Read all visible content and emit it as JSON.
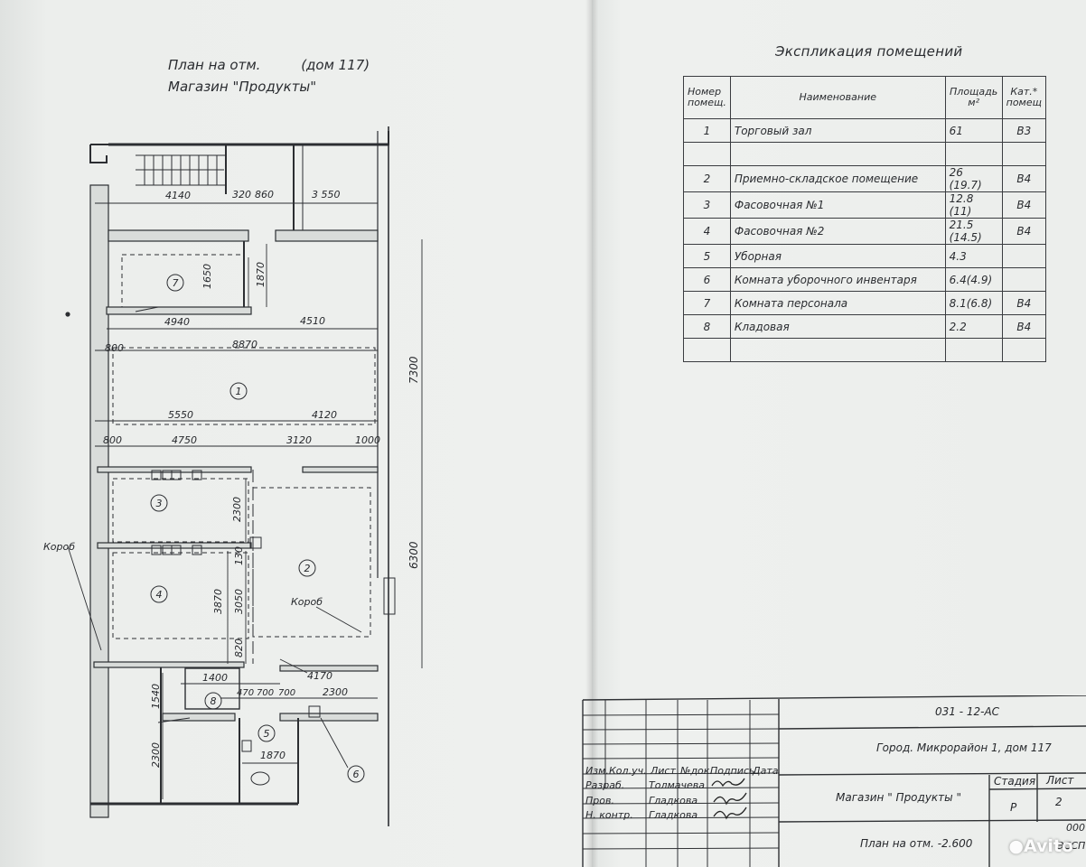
{
  "plan": {
    "title_line1": "План на отм.",
    "title_house": "(дом 117)",
    "title_line2": "Магазин \"Продукты\"",
    "dimensions": [
      "4140",
      "320",
      "860",
      "3 550",
      "1650",
      "1870",
      "4940",
      "4510",
      "800",
      "8870",
      "5550",
      "4120",
      "800",
      "4750",
      "3120",
      "1000",
      "2300",
      "130",
      "3870",
      "3050",
      "820",
      "1400",
      "4170",
      "470",
      "700",
      "700",
      "2300",
      "1540",
      "1870",
      "2300",
      "7300",
      "6300"
    ],
    "rooms": [
      "1",
      "2",
      "3",
      "4",
      "5",
      "6",
      "7",
      "8"
    ],
    "labels": {
      "korob_left": "Короб",
      "korob_right": "Короб"
    }
  },
  "explication": {
    "title": "Экспликация помещений",
    "headers": {
      "number": "Номер помещ.",
      "name": "Наименование",
      "area": "Площадь м²",
      "category": "Кат.* помещ"
    },
    "rows": [
      {
        "number": "1",
        "name": "Торговый зал",
        "area": "61",
        "category": "В3"
      },
      {
        "number": "",
        "name": "",
        "area": "",
        "category": ""
      },
      {
        "number": "2",
        "name": "Приемно-складское помещение",
        "area": "26 (19.7)",
        "category": "В4"
      },
      {
        "number": "3",
        "name": "Фасовочная №1",
        "area": "12.8 (11)",
        "category": "В4"
      },
      {
        "number": "4",
        "name": "Фасовочная №2",
        "area": "21.5 (14.5)",
        "category": "В4"
      },
      {
        "number": "5",
        "name": "Уборная",
        "area": "4.3",
        "category": ""
      },
      {
        "number": "6",
        "name": "Комната уборочного инвентаря",
        "area": "6.4(4.9)",
        "category": ""
      },
      {
        "number": "7",
        "name": "Комната персонала",
        "area": "8.1(6.8)",
        "category": "В4"
      },
      {
        "number": "8",
        "name": "Кладовая",
        "area": "2.2",
        "category": "В4"
      },
      {
        "number": "",
        "name": "",
        "area": "",
        "category": ""
      }
    ]
  },
  "stamp": {
    "code": "031 - 12-АС",
    "address": "Город. Микрорайон 1, дом 117",
    "object": "Магазин \" Продукты \"",
    "sheet_title": "План на отм. -2.600",
    "col_headers": {
      "izm": "Изм.",
      "kol": "Кол.уч.",
      "list": "Лист",
      "ndok": "№док.",
      "podpis": "Подпись",
      "data": "Дата"
    },
    "roles": [
      {
        "role": "Разраб.",
        "name": "Толмачева"
      },
      {
        "role": "Пров.",
        "name": "Гладкова"
      },
      {
        "role": "Н. контр.",
        "name": "Гладкова"
      }
    ],
    "stage_label": "Стадия",
    "stage_value": "Р",
    "sheet_label": "Лист",
    "sheet_value": "2",
    "corner_text_1": "000",
    "corner_text_2": "ЭССП"
  },
  "watermark": "Avito"
}
